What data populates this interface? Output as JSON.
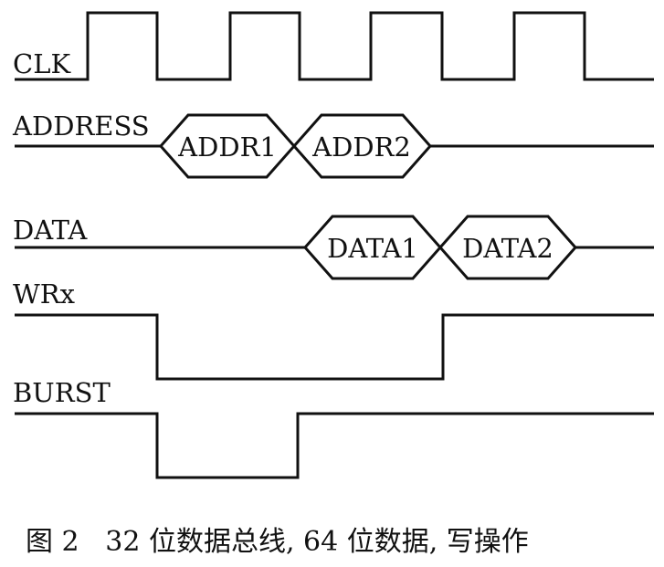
{
  "signals": {
    "clk": "CLK",
    "address": "ADDRESS",
    "data": "DATA",
    "wrx": "WRx",
    "burst": "BURST"
  },
  "bus_values": {
    "addr1": "ADDR1",
    "addr2": "ADDR2",
    "data1": "DATA1",
    "data2": "DATA2"
  },
  "caption": "图 2   32 位数据总线, 64 位数据, 写操作"
}
